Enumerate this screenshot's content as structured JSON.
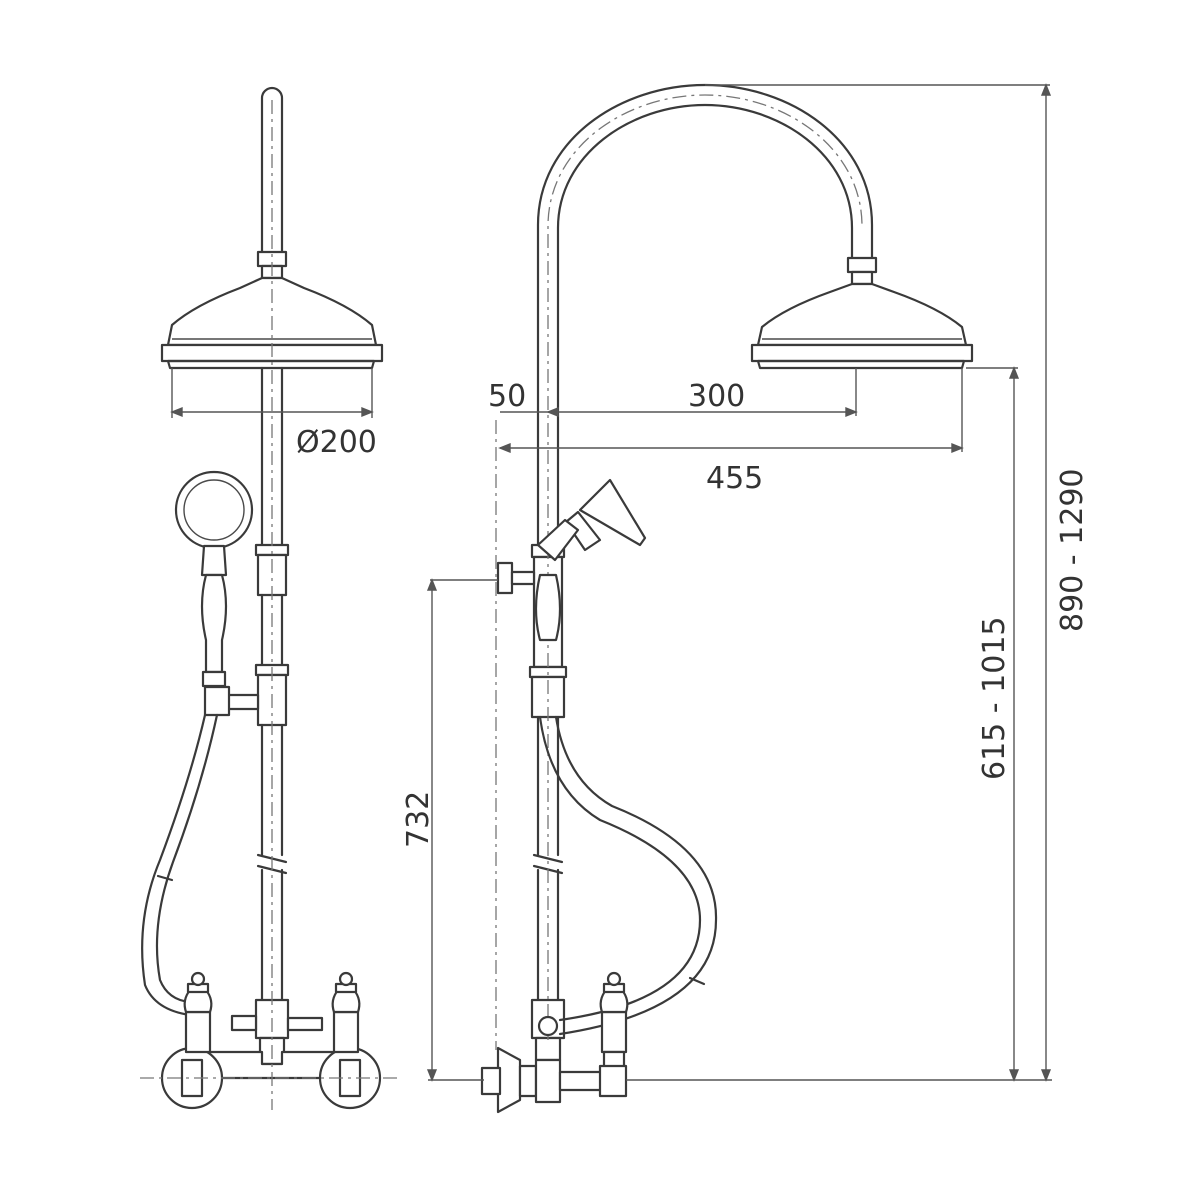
{
  "dimensions": {
    "head_diameter": "Ø200",
    "offset_small": "50",
    "arm_reach": "300",
    "total_reach": "455",
    "bar_height": "732",
    "head_height": "615 - 1015",
    "total_height": "890 - 1290"
  },
  "colors": {
    "line": "#3a3a3a",
    "background": "#ffffff"
  }
}
